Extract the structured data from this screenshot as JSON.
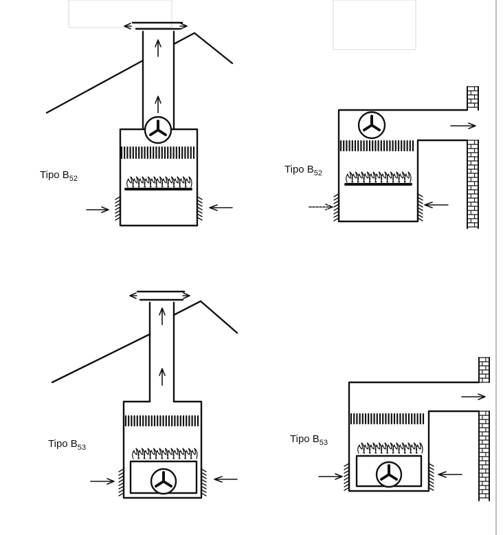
{
  "diagrams": [
    {
      "id": "d1",
      "label_main": "Tipo B",
      "label_sub": "52",
      "exhaust": "roof",
      "fan": "top"
    },
    {
      "id": "d2",
      "label_main": "Tipo B",
      "label_sub": "52",
      "exhaust": "wall",
      "fan": "top"
    },
    {
      "id": "d3",
      "label_main": "Tipo B",
      "label_sub": "53",
      "exhaust": "roof",
      "fan": "bottom"
    },
    {
      "id": "d4",
      "label_main": "Tipo B",
      "label_sub": "53",
      "exhaust": "wall",
      "fan": "bottom"
    }
  ],
  "colors": {
    "ink": "#111111",
    "paper": "#ffffff"
  },
  "icons": [
    "fan-icon",
    "flame-burner-icon",
    "heat-exchanger-grille",
    "air-intake-louver",
    "airflow-arrow-icon",
    "brick-wall"
  ]
}
